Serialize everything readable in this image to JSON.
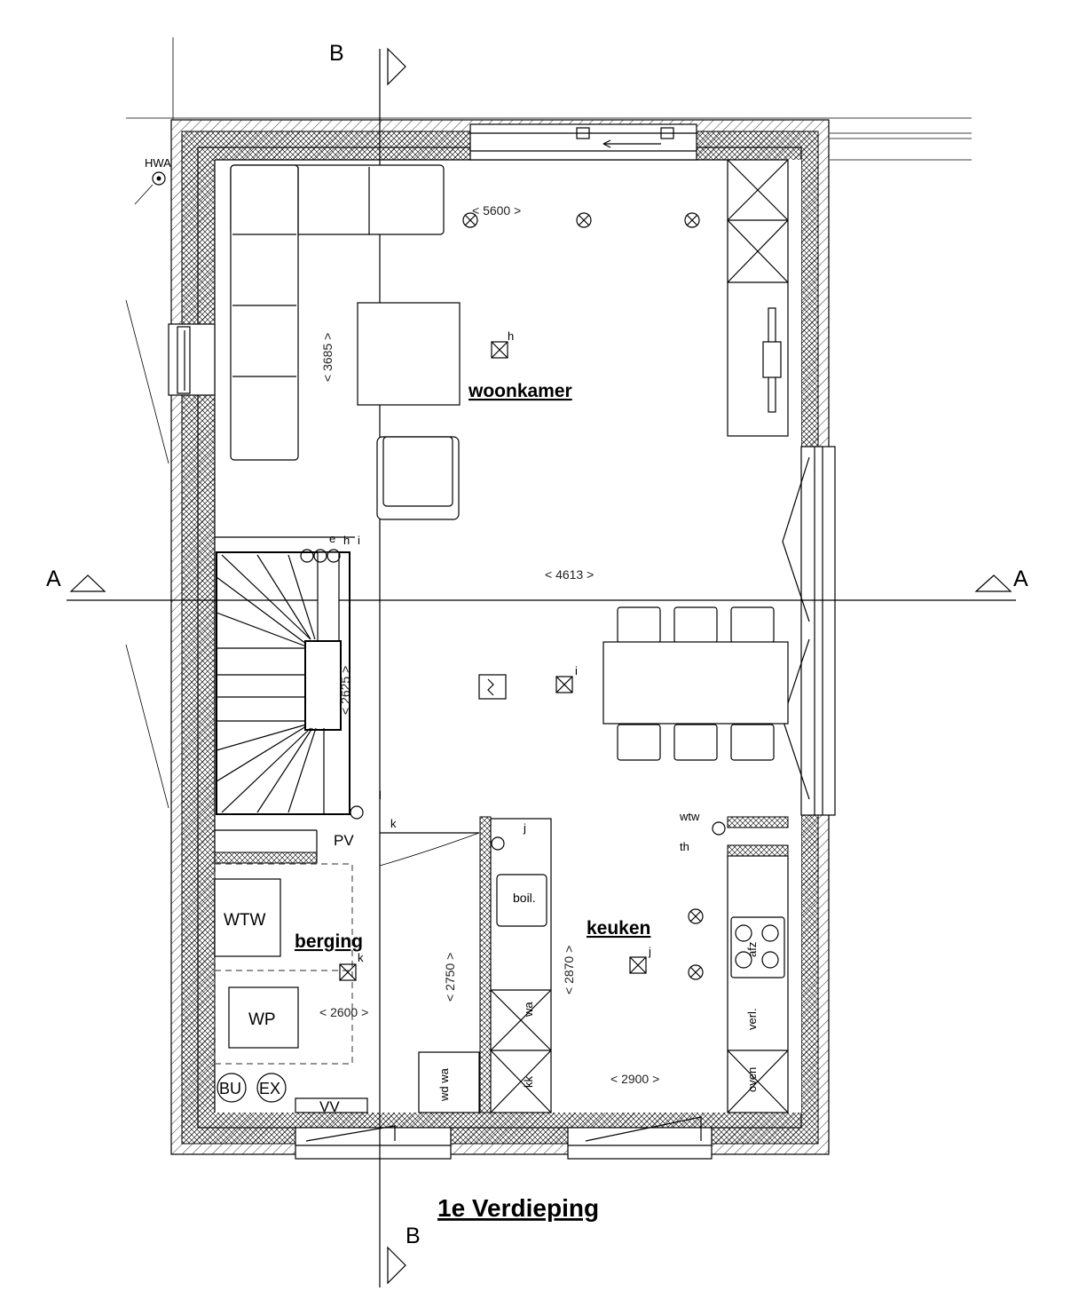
{
  "title": "1e Verdieping",
  "section_markers": {
    "a_left": "A",
    "a_right": "A",
    "b_top": "B",
    "b_bottom": "B"
  },
  "rooms": {
    "woonkamer": "woonkamer",
    "keuken": "keuken",
    "berging": "berging"
  },
  "dimensions": {
    "d5600": "< 5600 >",
    "d3685": "< 3685 >",
    "d4613": "< 4613 >",
    "d2625": "< 2625 >",
    "d2750": "< 2750 >",
    "d2870": "< 2870 >",
    "d2600": "< 2600 >",
    "d2900": "< 2900 >"
  },
  "equipment": {
    "hwa": "HWA",
    "wtw_unit": "WTW",
    "wp": "WP",
    "bu": "BU",
    "ex": "EX",
    "pv": "PV",
    "vv": "VV",
    "boil": "boil.",
    "wtw_small": "wtw",
    "th": "th",
    "wd_wa": "wd wa",
    "wa": "wa",
    "kk": "kk",
    "afz": "afz",
    "verl": "verl.",
    "oven": "oven"
  },
  "switch_letters": {
    "e": "e",
    "h_stair": "h",
    "i_stair": "i",
    "h_ceiling": "h",
    "i_ceiling": "i",
    "j_ceiling": "j",
    "k_ceiling": "k",
    "l": "l",
    "k_door": "k",
    "j_switch": "j"
  }
}
